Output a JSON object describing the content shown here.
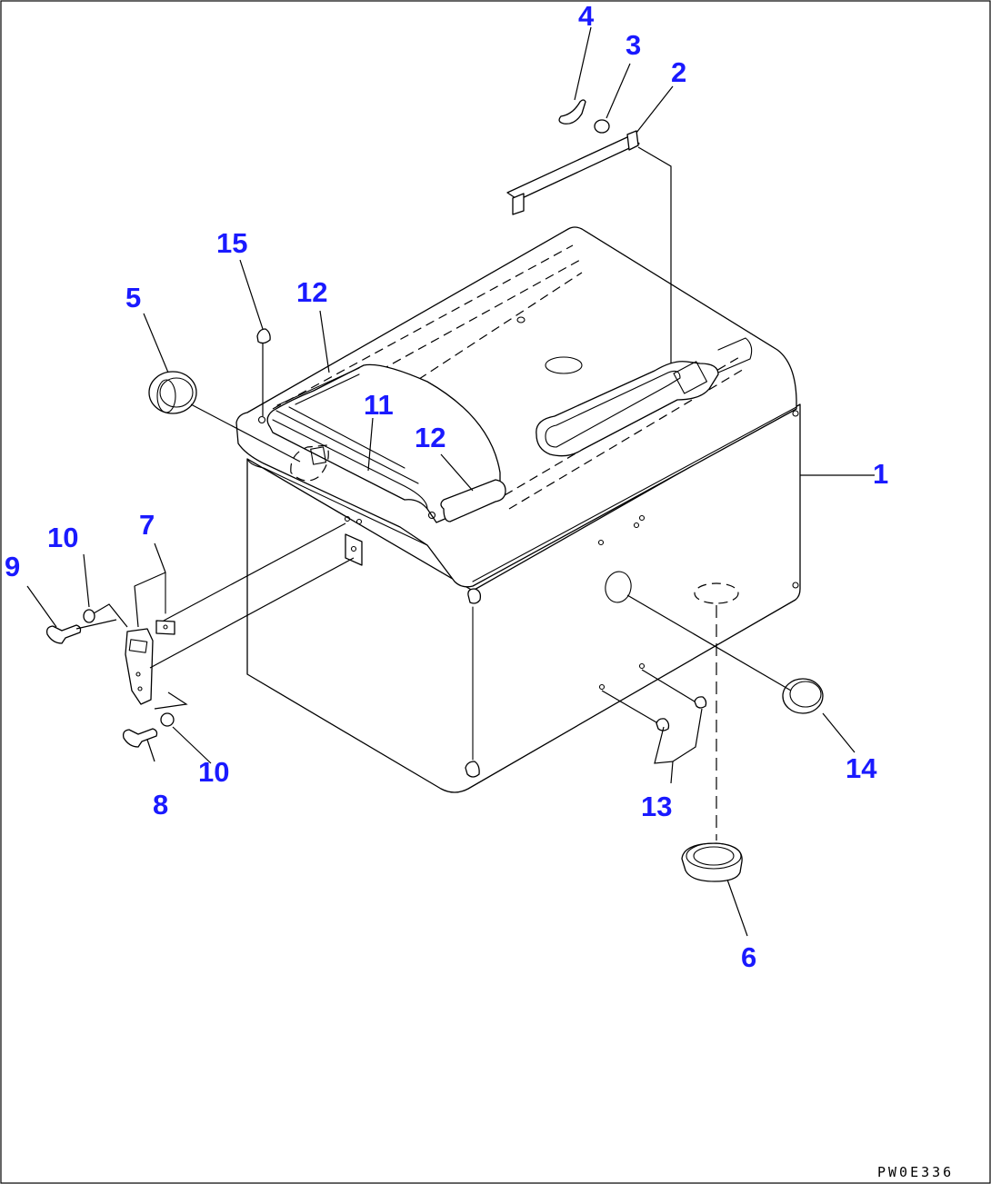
{
  "callouts": {
    "c1": "1",
    "c2": "2",
    "c3": "3",
    "c4": "4",
    "c5": "5",
    "c6": "6",
    "c7": "7",
    "c8": "8",
    "c9": "9",
    "c10a": "10",
    "c10b": "10",
    "c11": "11",
    "c12a": "12",
    "c12b": "12",
    "c13": "13",
    "c14": "14",
    "c15": "15"
  },
  "drawing_code": "PW0E336",
  "colors": {
    "callout": "#1a1aff",
    "line": "#000000",
    "background": "#ffffff"
  }
}
